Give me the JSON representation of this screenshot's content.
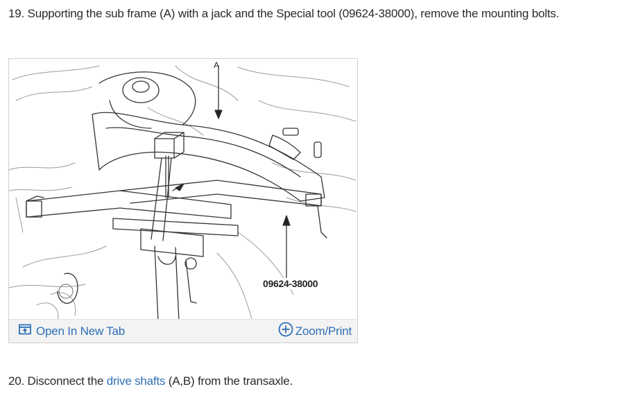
{
  "step19": {
    "text": "19. Supporting the sub frame (A) with a jack and the Special tool (09624-38000), remove the mounting bolts."
  },
  "figure": {
    "callout_letter": "A",
    "part_number_label": "09624-38000",
    "open_tab_label": "Open In New Tab",
    "zoom_label": "Zoom/Print",
    "link_color": "#2d6fb7",
    "icons": [
      "open-new-tab-icon",
      "zoom-plus-icon"
    ]
  },
  "step20": {
    "prefix": "20. Disconnect the ",
    "link": "drive shafts",
    "suffix": " (A,B) from the transaxle."
  }
}
